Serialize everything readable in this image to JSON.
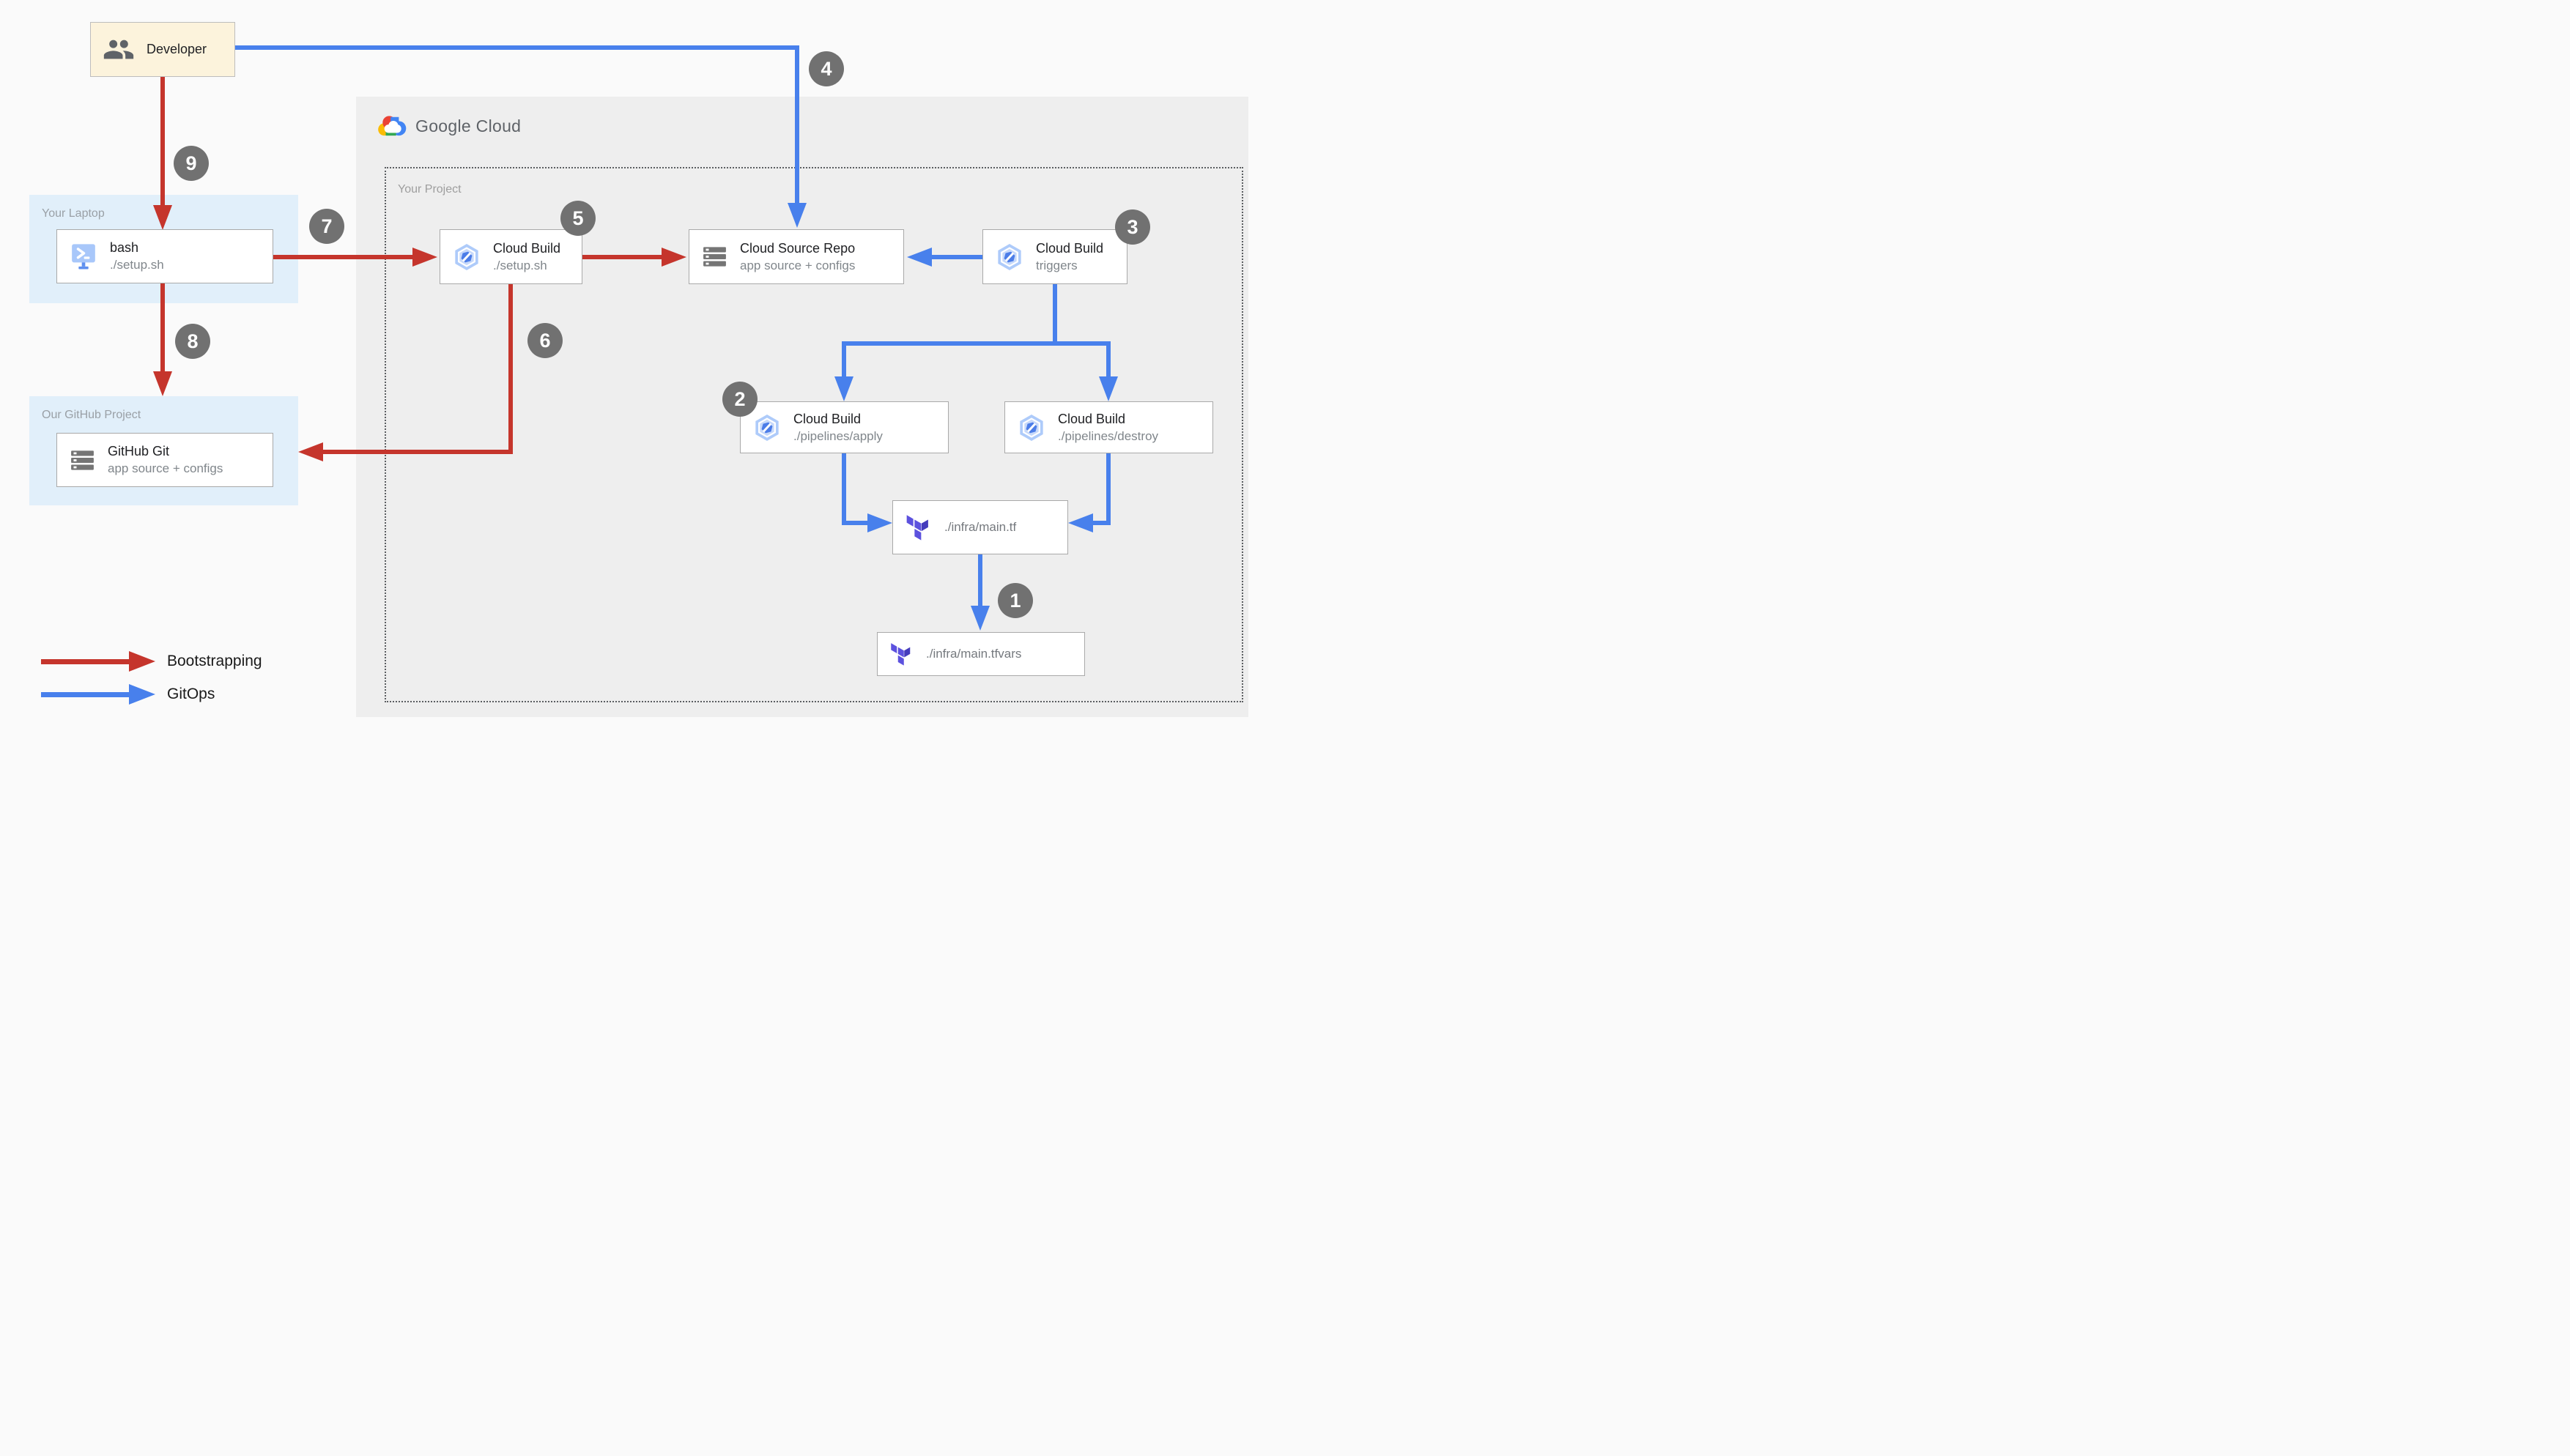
{
  "colors": {
    "bootstrapping_red": "#C5352C",
    "gitops_blue": "#4880EC",
    "badge_gray": "#717171",
    "laptop_region_bg": "#E1EFFA",
    "github_region_bg": "#E1EFFA",
    "developer_bg": "#FCF3DC",
    "gcp_region_bg": "#EEEEEE",
    "page_bg": "#FAFAFA"
  },
  "nodes": {
    "developer": {
      "label": "Developer"
    },
    "laptop_region": {
      "label": "Your Laptop"
    },
    "bash": {
      "title": "bash",
      "subtitle": "./setup.sh"
    },
    "github_region": {
      "label": "Our GitHub Project"
    },
    "github_git": {
      "title": "GitHub Git",
      "subtitle": "app source + configs"
    },
    "gcp": {
      "logo_text": "Google Cloud"
    },
    "project_region": {
      "label": "Your Project"
    },
    "cloud_build_setup": {
      "title": "Cloud Build",
      "subtitle": "./setup.sh"
    },
    "cloud_source_repo": {
      "title": "Cloud Source Repo",
      "subtitle": "app source + configs"
    },
    "cloud_build_triggers": {
      "title": "Cloud Build",
      "subtitle": "triggers"
    },
    "cloud_build_apply": {
      "title": "Cloud Build",
      "subtitle": "./pipelines/apply"
    },
    "cloud_build_destroy": {
      "title": "Cloud Build",
      "subtitle": "./pipelines/destroy"
    },
    "main_tf": {
      "label": "./infra/main.tf"
    },
    "main_tfvars": {
      "label": "./infra/main.tfvars"
    }
  },
  "badges": {
    "n1": "1",
    "n2": "2",
    "n3": "3",
    "n4": "4",
    "n5": "5",
    "n6": "6",
    "n7": "7",
    "n8": "8",
    "n9": "9"
  },
  "legend": {
    "bootstrapping": "Bootstrapping",
    "gitops": "GitOps"
  }
}
